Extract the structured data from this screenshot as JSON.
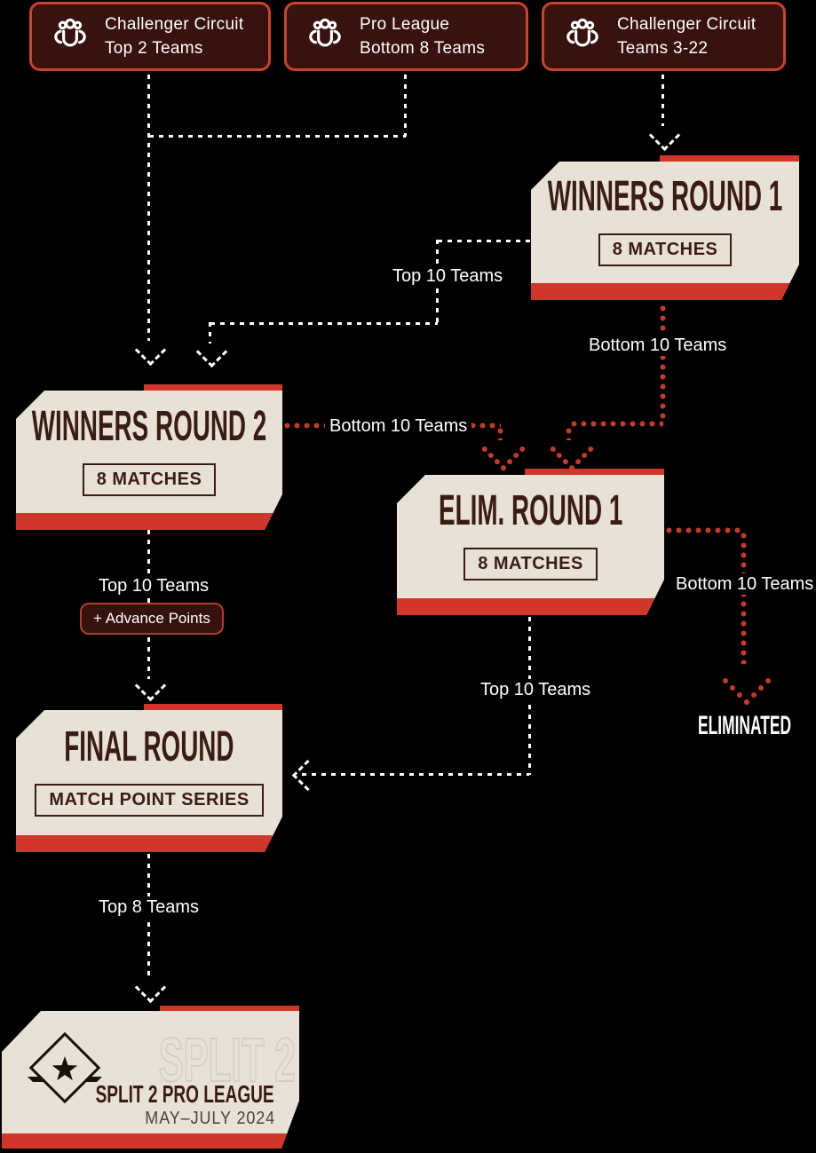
{
  "colors": {
    "background": "#000000",
    "panel_cream": "#e8e1d6",
    "accent_red": "#d0362a",
    "dotted_red": "#c23a2a",
    "card_background": "#37120e",
    "card_border": "#c9432f",
    "title_maroon": "#3b1c12",
    "label_white": "#ffffff",
    "ghost_outline": "#d5cdc1",
    "dates_brown": "#4e423b"
  },
  "cards": [
    {
      "icon": "teams-icon",
      "line1": "Challenger Circuit",
      "line2": "Top 2 Teams"
    },
    {
      "icon": "teams-icon",
      "line1": "Pro League",
      "line2": "Bottom 8 Teams"
    },
    {
      "icon": "teams-icon",
      "line1": "Challenger Circuit",
      "line2": "Teams 3-22"
    }
  ],
  "stages": {
    "winners_round_1": {
      "title": "WINNERS ROUND 1",
      "badge": "8 MATCHES"
    },
    "winners_round_2": {
      "title": "WINNERS ROUND 2",
      "badge": "8 MATCHES"
    },
    "elim_round_1": {
      "title": "ELIM. ROUND 1",
      "badge": "8 MATCHES"
    },
    "final_round": {
      "title": "FINAL ROUND",
      "badge": "MATCH POINT SERIES"
    }
  },
  "flow_labels": {
    "top10_wr1_to_wr2": "Top 10 Teams",
    "bottom10_wr1_to_elim": "Bottom 10 Teams",
    "bottom10_wr2_to_elim": "Bottom 10 Teams",
    "bottom10_elim_out": "Bottom 10 Teams",
    "top10_wr2_to_final": "Top 10 Teams",
    "advance_points": "+ Advance Points",
    "top10_elim_to_final": "Top 10 Teams",
    "top8_final_to_split2": "Top 8 Teams",
    "eliminated": "ELIMINATED"
  },
  "destination": {
    "ghost": "SPLIT 2",
    "title": "SPLIT 2 PRO LEAGUE",
    "dates": "MAY–JULY 2024"
  }
}
